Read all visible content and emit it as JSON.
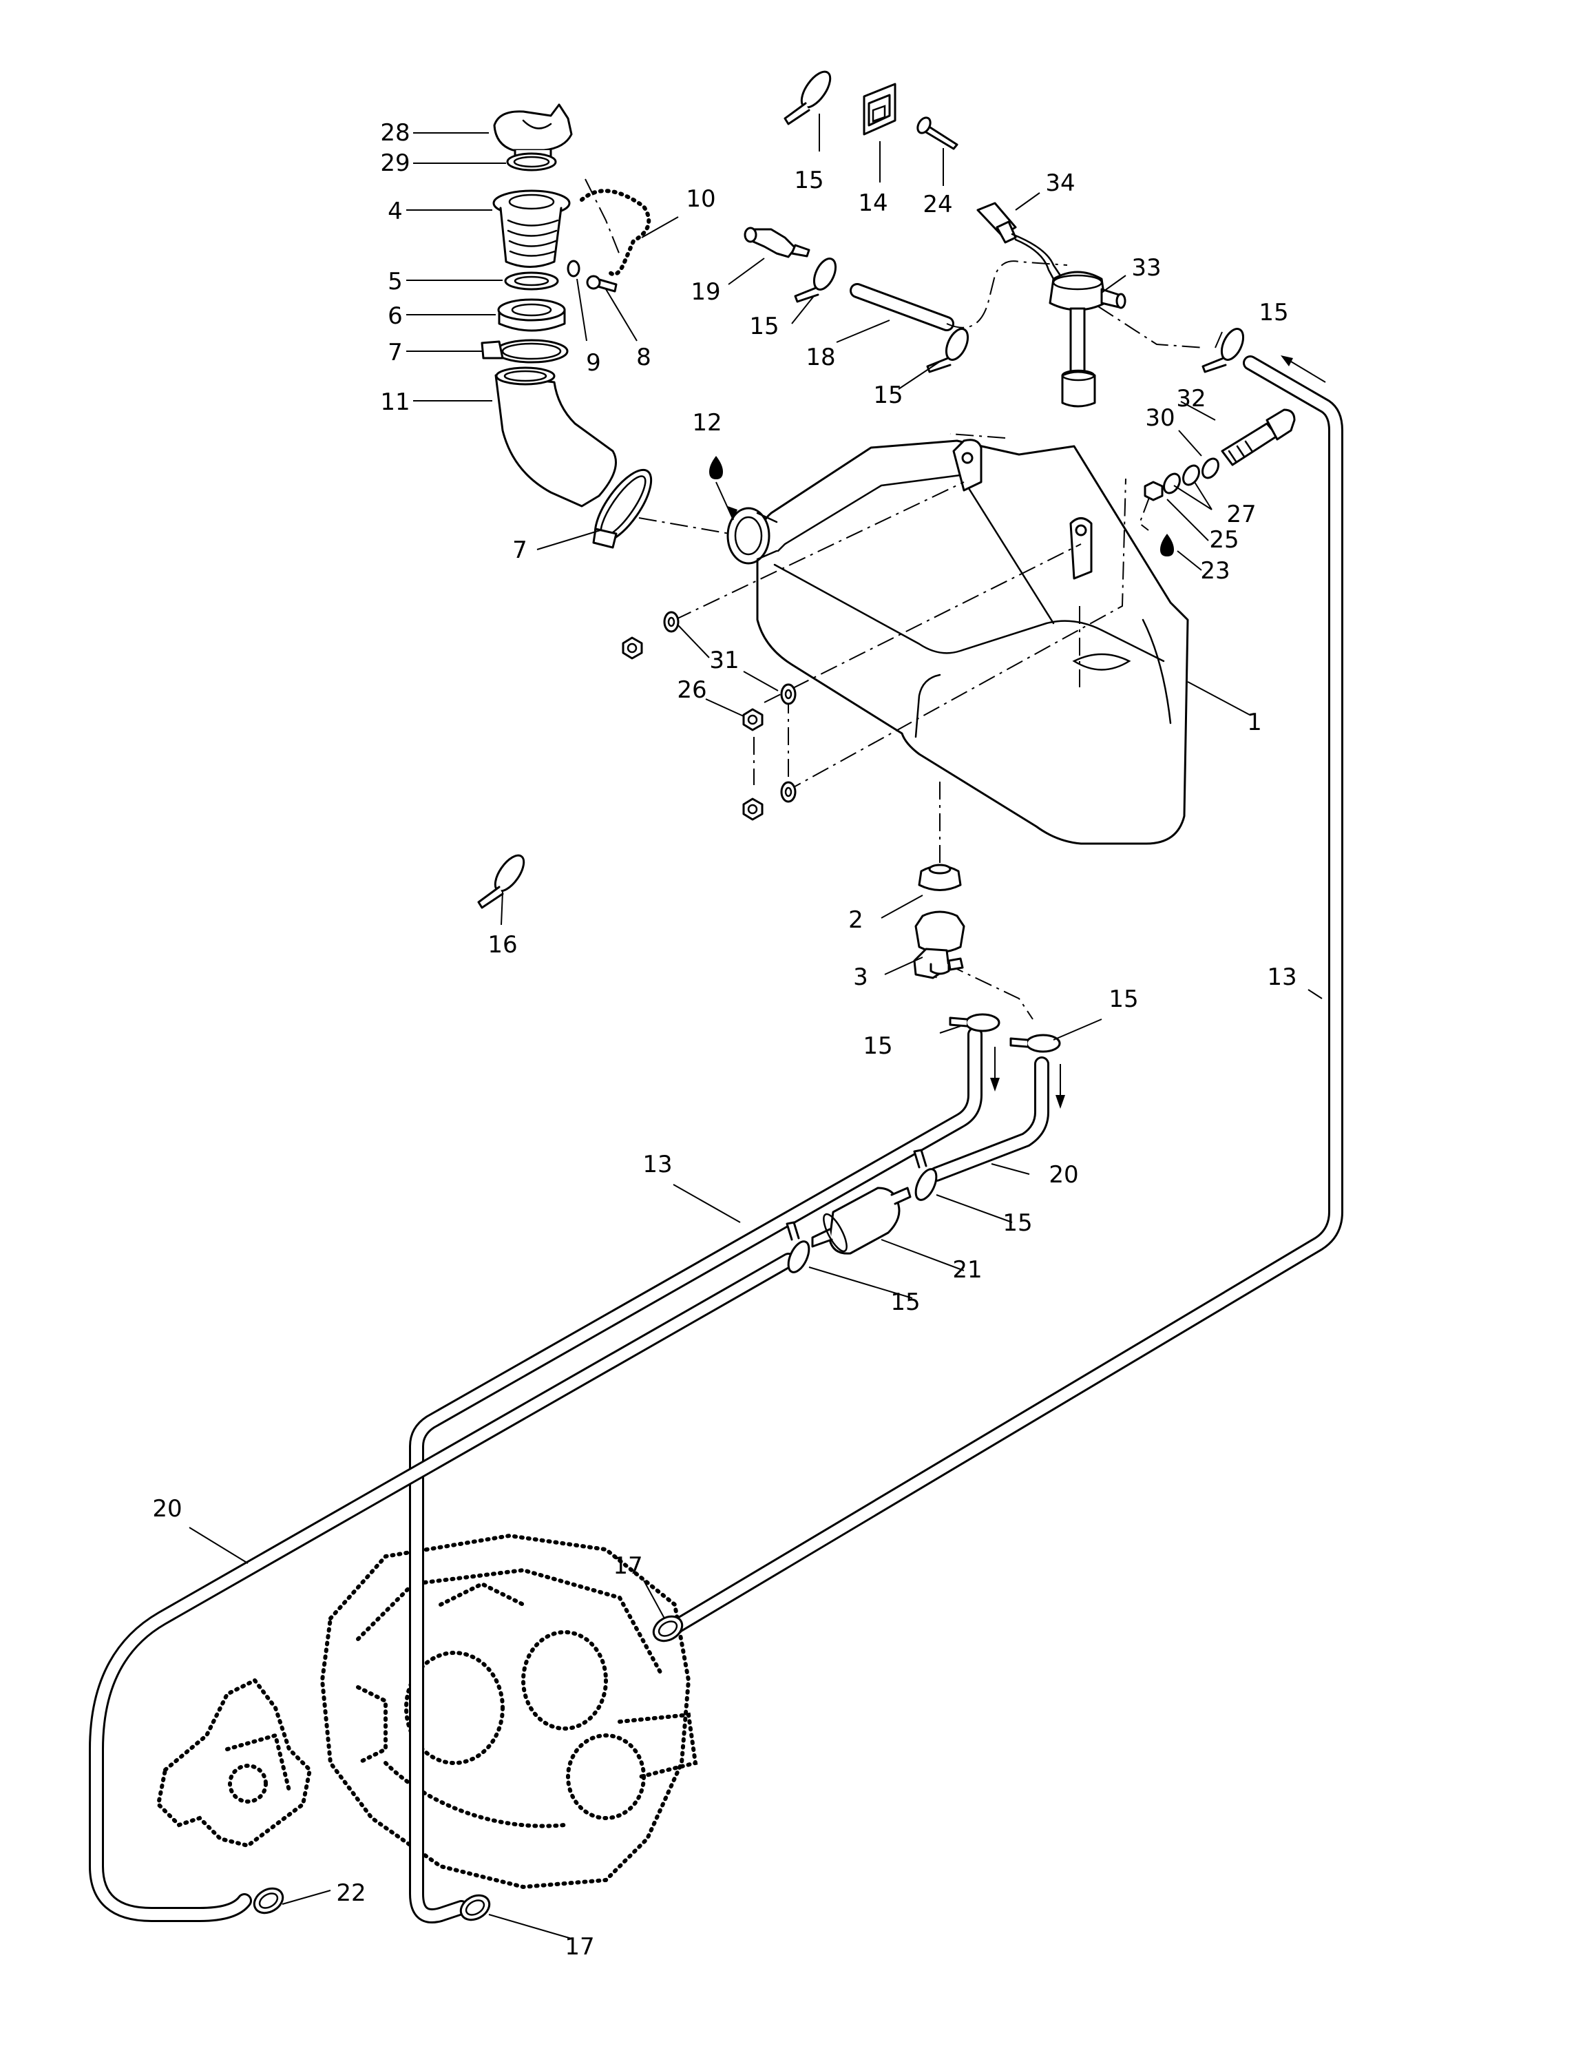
{
  "diagram": {
    "callouts": [
      {
        "id": "c28",
        "text": "28"
      },
      {
        "id": "c29",
        "text": "29"
      },
      {
        "id": "c4",
        "text": "4"
      },
      {
        "id": "c5",
        "text": "5"
      },
      {
        "id": "c6",
        "text": "6"
      },
      {
        "id": "c7a",
        "text": "7"
      },
      {
        "id": "c11",
        "text": "11"
      },
      {
        "id": "c7b",
        "text": "7"
      },
      {
        "id": "c10",
        "text": "10"
      },
      {
        "id": "c9",
        "text": "9"
      },
      {
        "id": "c8",
        "text": "8"
      },
      {
        "id": "c12",
        "text": "12"
      },
      {
        "id": "c15a",
        "text": "15"
      },
      {
        "id": "c14",
        "text": "14"
      },
      {
        "id": "c24",
        "text": "24"
      },
      {
        "id": "c34",
        "text": "34"
      },
      {
        "id": "c33",
        "text": "33"
      },
      {
        "id": "c19",
        "text": "19"
      },
      {
        "id": "c15b",
        "text": "15"
      },
      {
        "id": "c18",
        "text": "18"
      },
      {
        "id": "c15c",
        "text": "15"
      },
      {
        "id": "c15d",
        "text": "15"
      },
      {
        "id": "c32",
        "text": "32"
      },
      {
        "id": "c30",
        "text": "30"
      },
      {
        "id": "c27",
        "text": "27"
      },
      {
        "id": "c25",
        "text": "25"
      },
      {
        "id": "c23",
        "text": "23"
      },
      {
        "id": "c31",
        "text": "31"
      },
      {
        "id": "c26",
        "text": "26"
      },
      {
        "id": "c1",
        "text": "1"
      },
      {
        "id": "c16",
        "text": "16"
      },
      {
        "id": "c2",
        "text": "2"
      },
      {
        "id": "c3",
        "text": "3"
      },
      {
        "id": "c15e",
        "text": "15"
      },
      {
        "id": "c15f",
        "text": "15"
      },
      {
        "id": "c13a",
        "text": "13"
      },
      {
        "id": "c13b",
        "text": "13"
      },
      {
        "id": "c20a",
        "text": "20"
      },
      {
        "id": "c15g",
        "text": "15"
      },
      {
        "id": "c21",
        "text": "21"
      },
      {
        "id": "c15h",
        "text": "15"
      },
      {
        "id": "c20b",
        "text": "20"
      },
      {
        "id": "c17a",
        "text": "17"
      },
      {
        "id": "c22",
        "text": "22"
      },
      {
        "id": "c17b",
        "text": "17"
      }
    ]
  }
}
